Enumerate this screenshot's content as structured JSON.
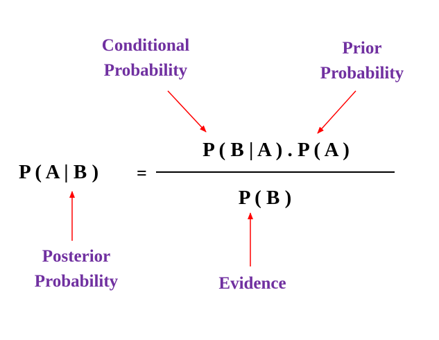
{
  "labels": {
    "conditional_line1": "Conditional",
    "conditional_line2": "Probability",
    "prior_line1": "Prior",
    "prior_line2": "Probability",
    "posterior_line1": "Posterior",
    "posterior_line2": "Probability",
    "evidence": "Evidence"
  },
  "formula": {
    "lhs": "P ( A | B )",
    "equals": "=",
    "numerator": "P ( B | A ) . P ( A )",
    "denominator": "P ( B )"
  },
  "colors": {
    "label": "#7030a0",
    "arrow": "#ff0000",
    "formula": "#000000"
  }
}
